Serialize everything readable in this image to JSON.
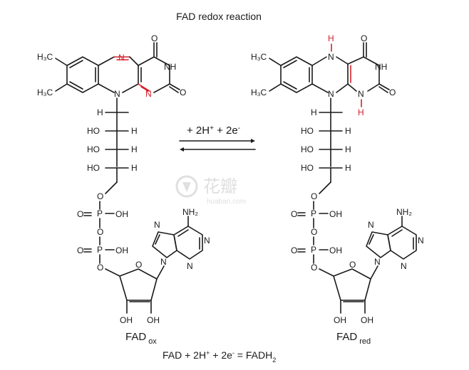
{
  "title": "FAD redox reaction",
  "reaction": {
    "top": "+ 2H",
    "top_sup": "+",
    "top_mid": " + 2e",
    "top_sup2": "-"
  },
  "labels": {
    "ox_main": "FAD",
    "ox_sub": "ox",
    "red_main": "FAD",
    "red_sub": "red"
  },
  "equation": {
    "p1": "FAD + 2H",
    "s1": "+",
    "p2": " + 2e",
    "s2": "-",
    "p3": " = FADH",
    "sub3": "2"
  },
  "atoms": {
    "H3C": "H₃C",
    "N": "N",
    "NH": "NH",
    "O": "O",
    "H": "H",
    "HO": "HO",
    "OH": "OH",
    "P": "P",
    "NH2": "NH₂"
  },
  "watermark": {
    "brand": "花瓣",
    "site": "huaban.com"
  },
  "colors": {
    "bond": "#1a1a1a",
    "highlight": "#d6202a",
    "watermark": "#d9d9d9"
  }
}
